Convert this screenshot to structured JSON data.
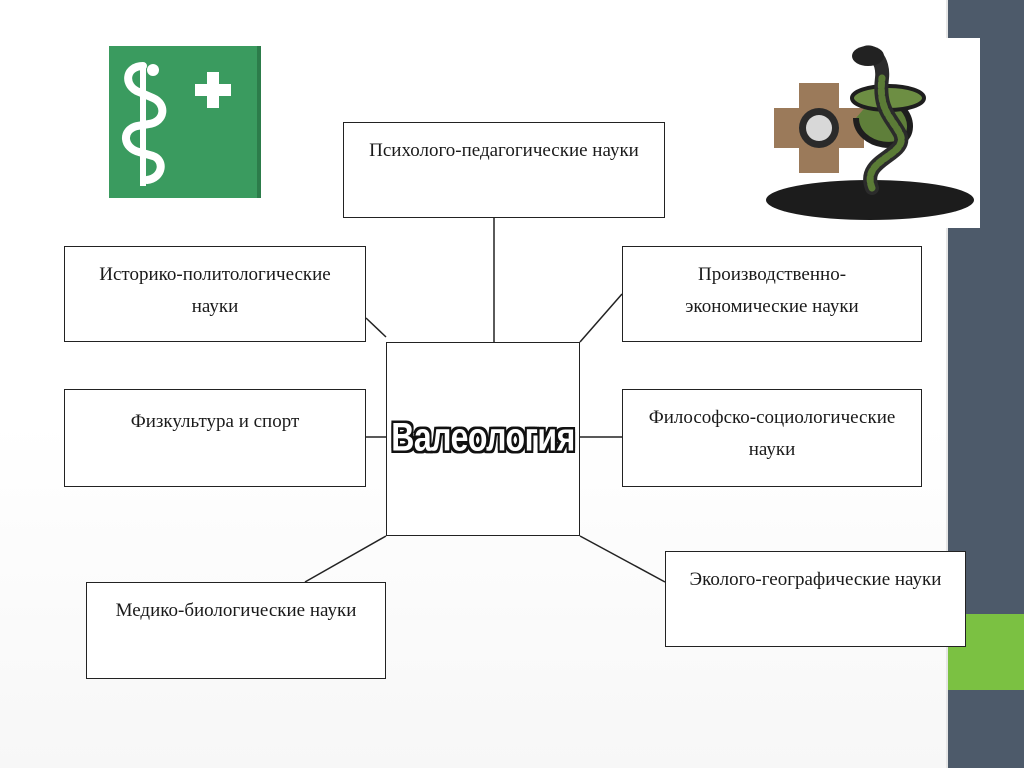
{
  "diagram": {
    "center": "Валеология",
    "boxes": {
      "psych_ped": "Психолого-педагогические науки",
      "hist_pol": "Историко-политологические науки",
      "prod_econ": "Производственно-экономические науки",
      "phys_sport": "Физкультура и спорт",
      "phil_soc": "Философско-социологические науки",
      "med_bio": "Медико-биологические науки",
      "eco_geo": "Эколого-географические науки"
    }
  },
  "icons": {
    "left": "medical-staff-plus-icon",
    "right": "serpent-bowl-icon"
  },
  "colors": {
    "sidebar": "#4d5a6a",
    "accent": "#7bc142",
    "sign_green": "#3a9b5f"
  }
}
